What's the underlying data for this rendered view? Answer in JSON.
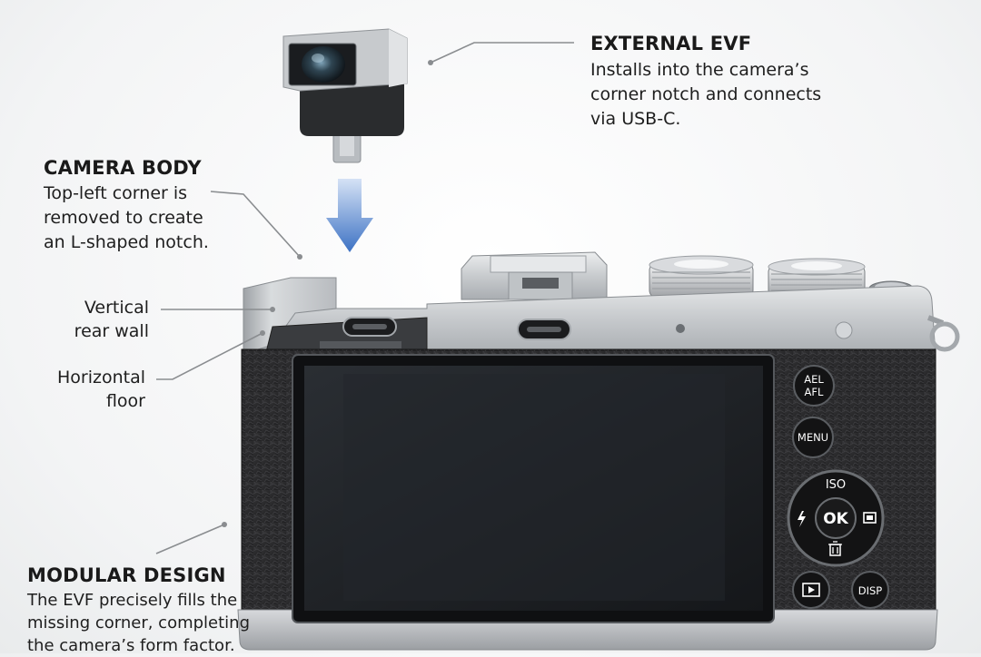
{
  "callouts": {
    "evf": {
      "title": "EXTERNAL EVF",
      "lines": [
        "Installs into the camera’s",
        "corner notch and connects",
        "via USB-C."
      ]
    },
    "body": {
      "title": "CAMERA BODY",
      "lines": [
        "Top-left corner is",
        "removed to create",
        "an L-shaped notch."
      ]
    },
    "wall": {
      "lines": [
        "Vertical",
        "rear wall"
      ]
    },
    "floor": {
      "lines": [
        "Horizontal",
        "floor"
      ]
    },
    "modular": {
      "title": "MODULAR DESIGN",
      "lines": [
        "The EVF precisely fills the",
        "missing corner, completing",
        "the camera’s form factor."
      ]
    }
  },
  "buttons": {
    "ael_line1": "AEL",
    "ael_line2": "AFL",
    "menu": "MENU",
    "iso": "ISO",
    "ok": "OK",
    "disp": "DISP"
  },
  "icons": [
    "flash-icon",
    "display-mode-icon",
    "trash-icon",
    "play-icon"
  ],
  "colors": {
    "arrow_blue": "#4f7fc9",
    "body_silver": "#c9cccf",
    "leather_black": "#2a2a2b",
    "screen": "#1d2024"
  }
}
